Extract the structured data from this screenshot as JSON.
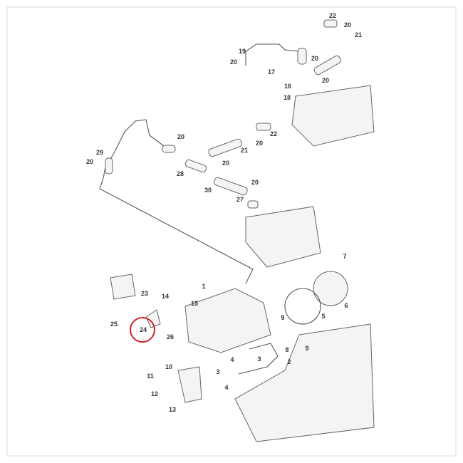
{
  "diagram": {
    "title": "Fuel injection pump and injector lines exploded parts diagram",
    "highlighted_part": "24",
    "highlight_color": "#d0202a",
    "callouts": [
      "22",
      "20",
      "21",
      "19",
      "20",
      "20",
      "17",
      "16",
      "20",
      "18",
      "22",
      "20",
      "21",
      "29",
      "20",
      "20",
      "20",
      "28",
      "30",
      "20",
      "27",
      "7",
      "1",
      "23",
      "14",
      "15",
      "25",
      "24",
      "26",
      "9",
      "5",
      "6",
      "8",
      "2",
      "3",
      "4",
      "3",
      "4",
      "10",
      "11",
      "12",
      "13",
      "9"
    ]
  }
}
